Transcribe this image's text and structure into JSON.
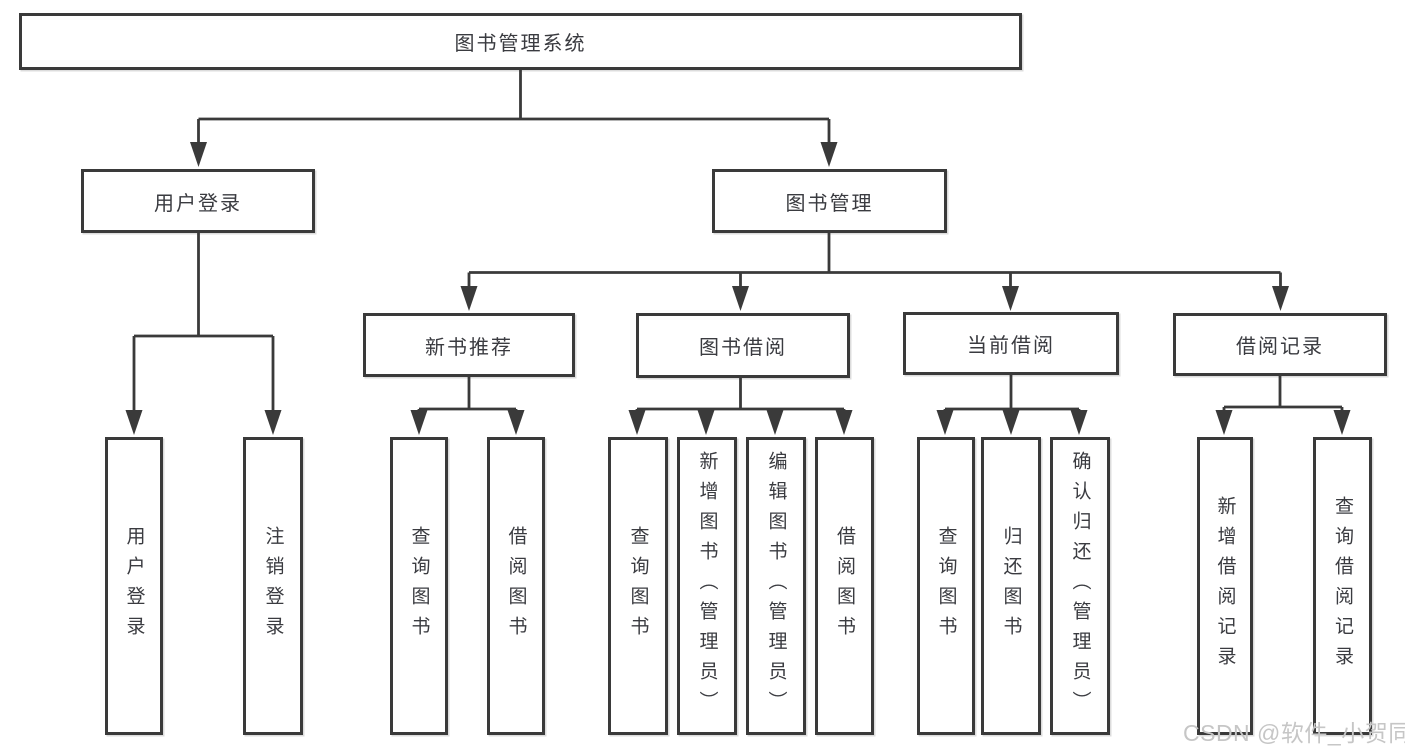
{
  "diagram_type": "hierarchy-tree",
  "colors": {
    "background": "#ffffff",
    "line": "#3a3a3a",
    "box_border": "#3a3a3a",
    "box_fill": "#ffffff",
    "text": "#3a3b40",
    "watermark": "#c6c6c6"
  },
  "tree": {
    "label": "图书管理系统",
    "children": [
      {
        "label": "用户登录",
        "children": [
          {
            "label": "用户登录"
          },
          {
            "label": "注销登录"
          }
        ]
      },
      {
        "label": "图书管理",
        "children": [
          {
            "label": "新书推荐",
            "children": [
              {
                "label": "查询图书"
              },
              {
                "label": "借阅图书"
              }
            ]
          },
          {
            "label": "图书借阅",
            "children": [
              {
                "label": "查询图书"
              },
              {
                "label": "新增图书（管理员）"
              },
              {
                "label": "编辑图书（管理员）"
              },
              {
                "label": "借阅图书"
              }
            ]
          },
          {
            "label": "当前借阅",
            "children": [
              {
                "label": "查询图书"
              },
              {
                "label": "归还图书"
              },
              {
                "label": "确认归还（管理员）"
              }
            ]
          },
          {
            "label": "借阅记录",
            "children": [
              {
                "label": "新增借阅记录"
              },
              {
                "label": "查询借阅记录"
              }
            ]
          }
        ]
      }
    ]
  },
  "watermark": "CSDN @软件_小贺同学"
}
